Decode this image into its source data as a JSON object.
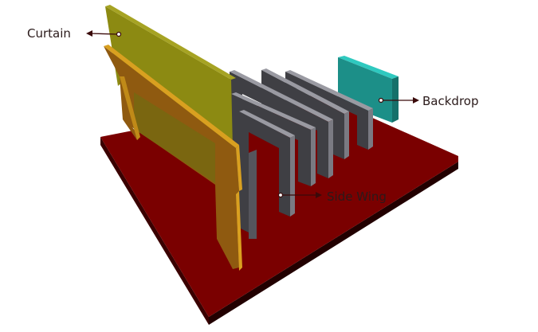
{
  "labels": {
    "curtain": "Curtain",
    "backdrop": "Backdrop",
    "side_wing": "Side Wing"
  },
  "colors": {
    "stage_top": "#7a0000",
    "stage_front": "#4a0000",
    "stage_side": "#2a0000",
    "curtain_back": "#8c8a12",
    "curtain_back_edge": "#a6a323",
    "curtain_front": "#8f5a10",
    "curtain_front_edge": "#d9a020",
    "wing_face": "#3f3f44",
    "wing_edge": "#9a9aa2",
    "wing_dark": "#2b2b30",
    "backdrop_face": "#1c8f88",
    "backdrop_edge": "#2fc9bf",
    "pointer": "#3a0a0a"
  }
}
